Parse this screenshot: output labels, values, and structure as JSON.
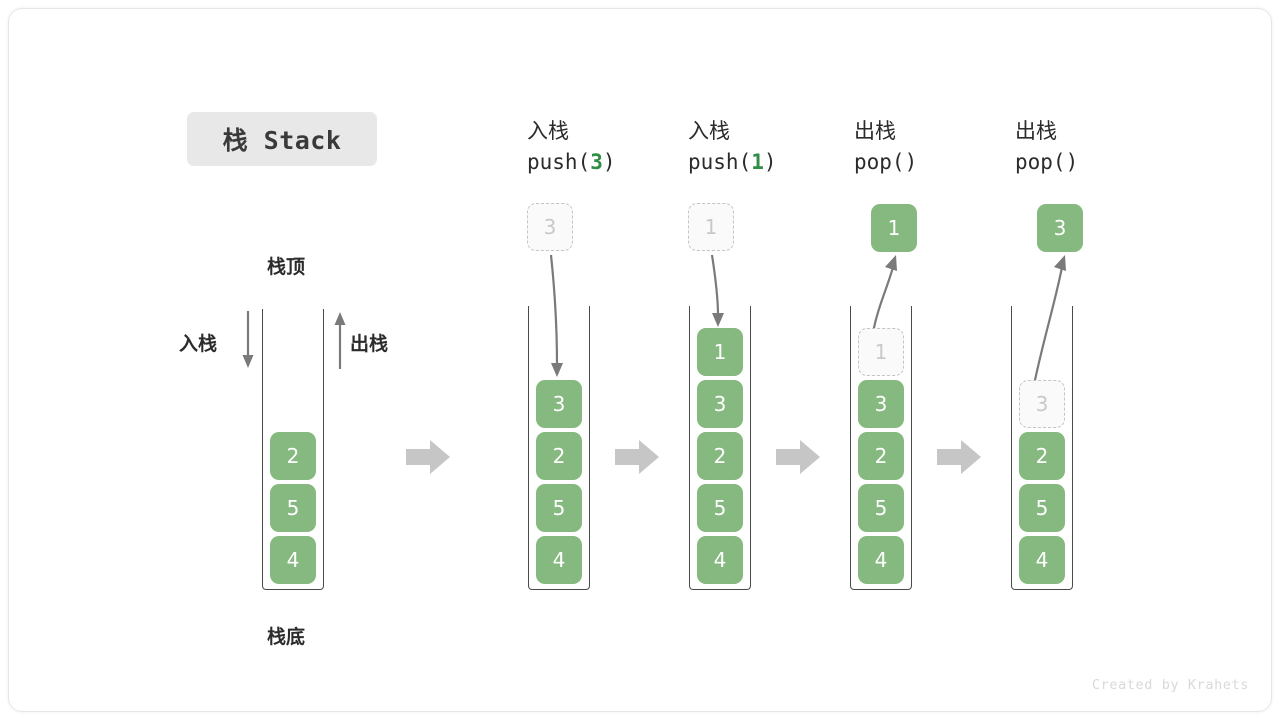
{
  "frame": {
    "background": "#ffffff",
    "border_color": "#e6e6e6"
  },
  "title": {
    "text": "栈 Stack",
    "chip_bg": "#e8e8e8"
  },
  "colors": {
    "cell_green": "#85b97f",
    "ghost_gray": "#c9c9c9",
    "arrow_gray": "#7a7a7a",
    "block_arrow_gray": "#c6c6c6",
    "accent_green": "#2f8d46"
  },
  "labels": {
    "stack_top": "栈顶",
    "stack_bottom": "栈底",
    "push": "入栈",
    "pop": "出栈"
  },
  "initial_stack": {
    "name": "initial-stack",
    "cells_top_to_bottom": [
      "2",
      "5",
      "4"
    ]
  },
  "steps": [
    {
      "id": "push-3",
      "header_line1": "入栈",
      "header_op": "push(",
      "header_arg": "3",
      "header_close": ")",
      "ghost_above": "3",
      "ghost_above_visible": true,
      "ghost_inside": null,
      "float_cell": null,
      "arrow_direction": "down",
      "cells_top_to_bottom": [
        "3",
        "2",
        "5",
        "4"
      ]
    },
    {
      "id": "push-1",
      "header_line1": "入栈",
      "header_op": "push(",
      "header_arg": "1",
      "header_close": ")",
      "ghost_above": "1",
      "ghost_above_visible": true,
      "ghost_inside": null,
      "float_cell": null,
      "arrow_direction": "down",
      "cells_top_to_bottom": [
        "1",
        "3",
        "2",
        "5",
        "4"
      ]
    },
    {
      "id": "pop-1",
      "header_line1": "出栈",
      "header_op": "pop(",
      "header_arg": "",
      "header_close": ")",
      "ghost_above": null,
      "ghost_above_visible": false,
      "ghost_inside": "1",
      "float_cell": "1",
      "arrow_direction": "up",
      "cells_top_to_bottom": [
        "3",
        "2",
        "5",
        "4"
      ]
    },
    {
      "id": "pop-3",
      "header_line1": "出栈",
      "header_op": "pop(",
      "header_arg": "",
      "header_close": ")",
      "ghost_above": null,
      "ghost_above_visible": false,
      "ghost_inside": "3",
      "float_cell": "3",
      "arrow_direction": "up",
      "cells_top_to_bottom": [
        "2",
        "5",
        "4"
      ]
    }
  ],
  "watermark": {
    "text": "Created by Krahets"
  }
}
